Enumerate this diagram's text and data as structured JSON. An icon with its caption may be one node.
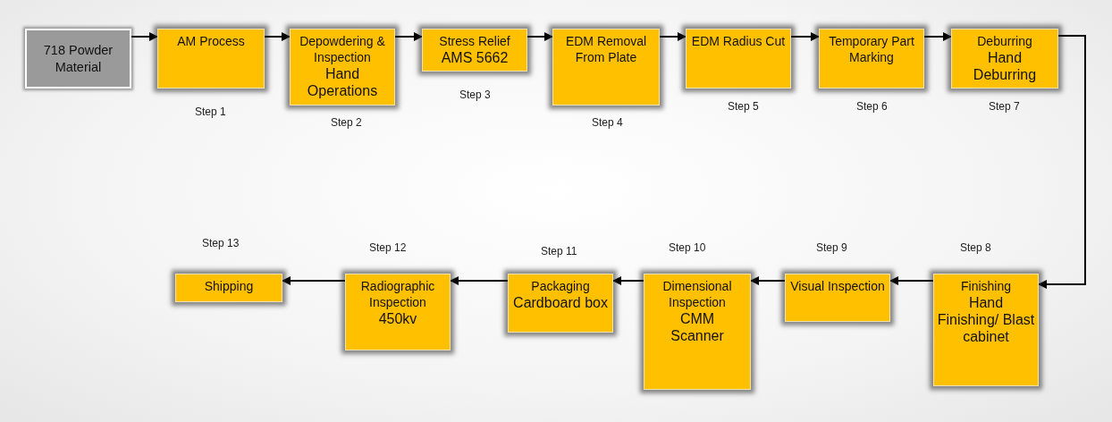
{
  "diagram": {
    "nodes": [
      {
        "text": [
          "718 Powder Material"
        ]
      },
      {
        "text": [
          "AM Process"
        ],
        "beside": [
          "Step 1"
        ]
      },
      {
        "text": [
          "Depowdering & Inspection",
          "Hand Operations"
        ],
        "beside": [
          "Step 2"
        ]
      },
      {
        "text": [
          "Stress Relief",
          "AMS 5662"
        ],
        "beside": [
          "Step 3"
        ]
      },
      {
        "text": [
          "EDM Removal From Plate"
        ],
        "beside": [
          "Step 4"
        ]
      },
      {
        "text": [
          "EDM Radius Cut"
        ],
        "beside": [
          "Step 5"
        ]
      },
      {
        "text": [
          "Temporary Part Marking"
        ],
        "beside": [
          "Step 6"
        ]
      },
      {
        "text": [
          "Deburring",
          "Hand Deburring"
        ],
        "beside": [
          "Step 7"
        ]
      },
      {
        "text": [
          "Finishing",
          "Hand Finishing/ Blast cabinet"
        ],
        "beside": [
          "Step 8"
        ]
      },
      {
        "text": [
          "Visual Inspection"
        ],
        "beside": [
          "Step 9"
        ]
      },
      {
        "text": [
          "Dimensional Inspection",
          "CMM",
          "Scanner"
        ],
        "beside": [
          "Step 10"
        ]
      },
      {
        "text": [
          "Packaging",
          "Cardboard box"
        ],
        "beside": [
          "Step 11"
        ]
      },
      {
        "text": [
          "Radiographic Inspection",
          "450kv"
        ],
        "beside": [
          "Step 12"
        ]
      },
      {
        "text": [
          "Shipping"
        ],
        "beside": [
          "Step 13"
        ]
      }
    ],
    "edges": [
      {
        "from": 0,
        "to": 1,
        "arrow": "to"
      },
      {
        "from": 1,
        "to": 2,
        "arrow": "to"
      },
      {
        "from": 2,
        "to": 3,
        "arrow": "to"
      },
      {
        "from": 3,
        "to": 4,
        "arrow": "to"
      },
      {
        "from": 4,
        "to": 5,
        "arrow": "to"
      },
      {
        "from": 5,
        "to": 6,
        "arrow": "to"
      },
      {
        "from": 6,
        "to": 7,
        "arrow": "to"
      },
      {
        "from": 7,
        "to": 8,
        "arrow": "to"
      },
      {
        "from": 8,
        "to": 9,
        "arrow": "to"
      },
      {
        "from": 9,
        "to": 10,
        "arrow": "to"
      },
      {
        "from": 10,
        "to": 11,
        "arrow": "to"
      },
      {
        "from": 11,
        "to": 12,
        "arrow": "to"
      },
      {
        "from": 12,
        "to": 13,
        "arrow": "to"
      }
    ]
  }
}
